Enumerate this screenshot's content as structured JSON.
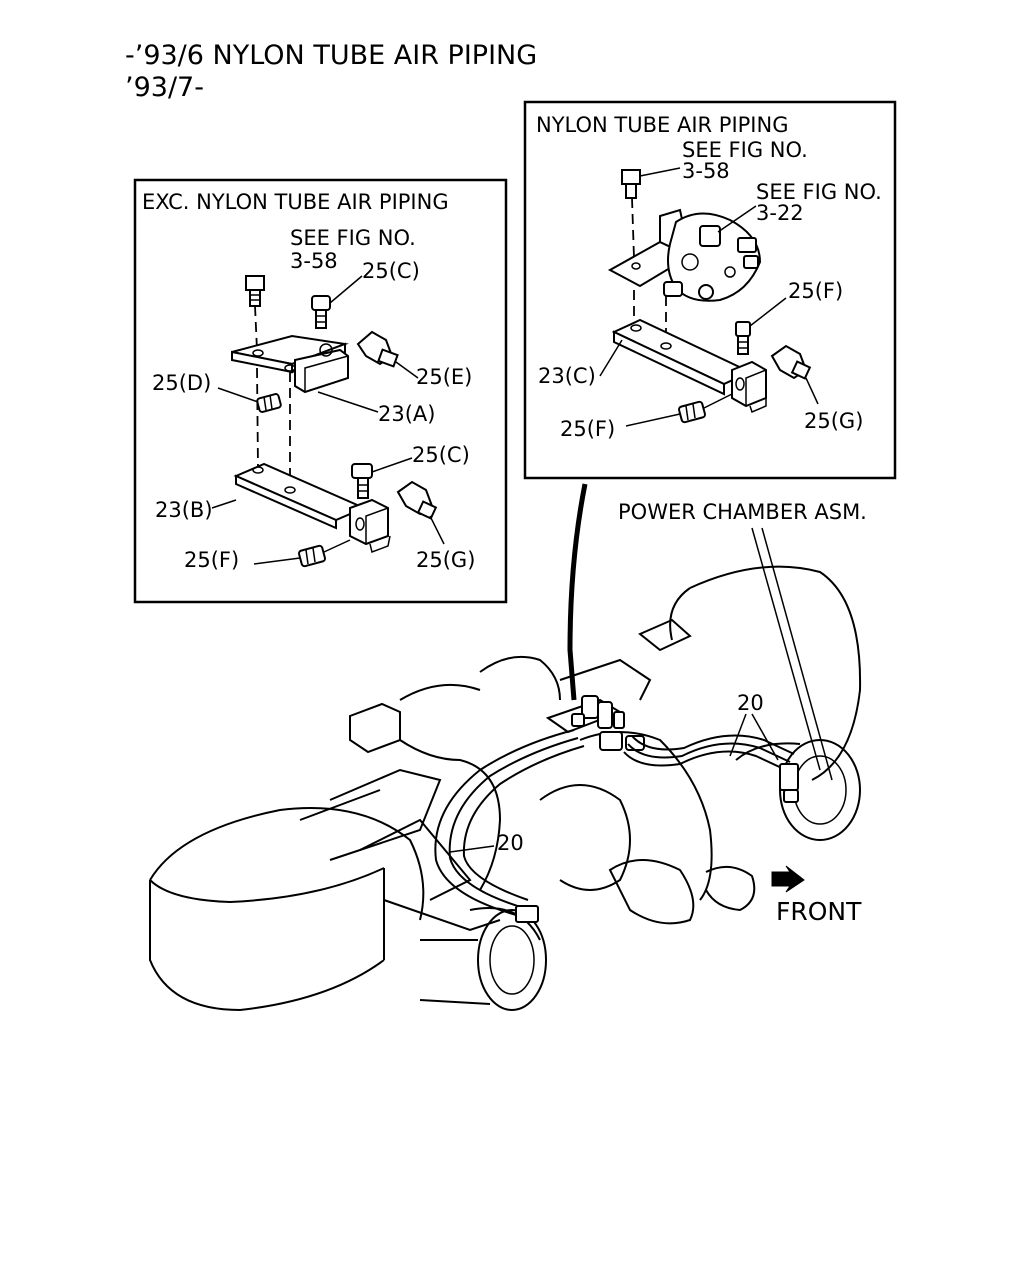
{
  "header": {
    "line1": "-’93/6 NYLON TUBE AIR PIPING",
    "line2": "’93/7-"
  },
  "left_box": {
    "title": "EXC. NYLON TUBE AIR PIPING",
    "see_fig_line1": "SEE FIG NO.",
    "see_fig_line2": "3-58",
    "labels": {
      "c_top": "25(C)",
      "e": "25(E)",
      "d": "25(D)",
      "a": "23(A)",
      "c_low": "25(C)",
      "b": "23(B)",
      "g": "25(G)",
      "f": "25(F)"
    }
  },
  "right_box": {
    "title": "NYLON TUBE AIR PIPING",
    "see_fig1_line1": "SEE FIG NO.",
    "see_fig1_line2": "3-58",
    "see_fig2_line1": "SEE FIG NO.",
    "see_fig2_line2": "3-22",
    "labels": {
      "f_top": "25(F)",
      "c": "23(C)",
      "f_low": "25(F)",
      "g": "25(G)"
    }
  },
  "main": {
    "power_chamber": "POWER CHAMBER ASM.",
    "tube_label_upper": "20",
    "tube_label_lower": "20",
    "front_label": "FRONT"
  }
}
